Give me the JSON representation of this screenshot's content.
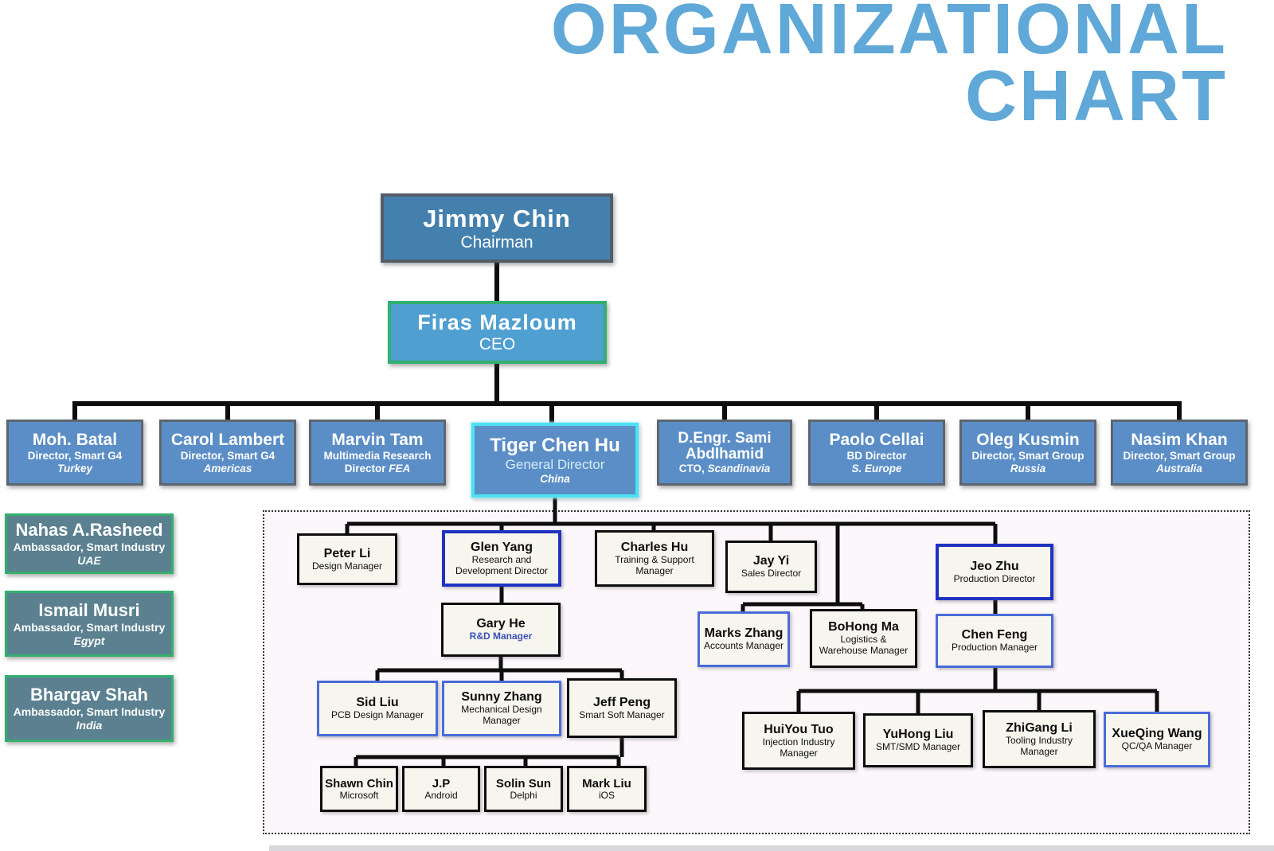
{
  "title": {
    "line1": "ORGANIZATIONAL",
    "line2": "CHART"
  },
  "colors": {
    "title_blue": "#5fa8d8",
    "executive_fill": "#5b8ec6",
    "chairman_fill": "#4480ae",
    "ceo_fill": "#4f9fd1",
    "ambassador_fill": "#5b8191",
    "green_border": "#33b06d",
    "cyan_highlight_border": "#4de0f2",
    "gray_border": "#5d656e",
    "manager_fill": "#f7f6ee",
    "dark_blue_border": "#2033c0",
    "mid_blue_border": "#4a6cd8",
    "connector": "#0d0d0d",
    "dotted_region_fill": "#fcf7fb"
  },
  "chairman": {
    "name": "Jimmy Chin",
    "title": "Chairman"
  },
  "ceo": {
    "name": "Firas Mazloum",
    "title": "CEO"
  },
  "executives": [
    {
      "name": "Moh. Batal",
      "title": "Director, Smart G4",
      "region": "Turkey"
    },
    {
      "name": "Carol Lambert",
      "title": "Director, Smart G4",
      "region": "Americas"
    },
    {
      "name": "Marvin Tam",
      "title": "Multimedia Research Director",
      "region": "FEA"
    },
    {
      "name": "Tiger Chen Hu",
      "title": "General Director",
      "region": "China"
    },
    {
      "name": "D.Engr. Sami Abdlhamid",
      "title": "CTO,",
      "region": "Scandinavia"
    },
    {
      "name": "Paolo Cellai",
      "title": "BD Director",
      "region": "S. Europe"
    },
    {
      "name": "Oleg Kusmin",
      "title": "Director, Smart Group",
      "region": "Russia"
    },
    {
      "name": "Nasim Khan",
      "title": "Director, Smart Group",
      "region": "Australia"
    }
  ],
  "ambassadors": [
    {
      "name": "Nahas A.Rasheed",
      "title": "Ambassador, Smart Industry",
      "region": "UAE"
    },
    {
      "name": "Ismail Musri",
      "title": "Ambassador, Smart Industry",
      "region": "Egypt"
    },
    {
      "name": "Bhargav Shah",
      "title": "Ambassador, Smart Industry",
      "region": "India"
    }
  ],
  "china": {
    "peter_li": {
      "name": "Peter Li",
      "title": "Design Manager"
    },
    "glen_yang": {
      "name": "Glen Yang",
      "title": "Research and Development Director"
    },
    "charles_hu": {
      "name": "Charles Hu",
      "title": "Training & Support Manager"
    },
    "jay_yi": {
      "name": "Jay Yi",
      "title": "Sales Director"
    },
    "jeo_zhu": {
      "name": "Jeo Zhu",
      "title": "Production Director"
    },
    "gary_he": {
      "name": "Gary He",
      "title": "R&D Manager"
    },
    "marks_zhang": {
      "name": "Marks Zhang",
      "title": "Accounts Manager"
    },
    "bohong_ma": {
      "name": "BoHong Ma",
      "title": "Logistics & Warehouse Manager"
    },
    "chen_feng": {
      "name": "Chen Feng",
      "title": "Production Manager"
    },
    "sid_liu": {
      "name": "Sid Liu",
      "title": "PCB Design Manager"
    },
    "sunny_zhang": {
      "name": "Sunny Zhang",
      "title": "Mechanical Design Manager"
    },
    "jeff_peng": {
      "name": "Jeff Peng",
      "title": "Smart Soft Manager"
    },
    "shawn_chin": {
      "name": "Shawn Chin",
      "title": "Microsoft"
    },
    "jp": {
      "name": "J.P",
      "title": "Android"
    },
    "solin_sun": {
      "name": "Solin Sun",
      "title": "Delphi"
    },
    "mark_liu": {
      "name": "Mark Liu",
      "title": "iOS"
    },
    "huiyou_tuo": {
      "name": "HuiYou Tuo",
      "title": "Injection Industry Manager"
    },
    "yuhong_liu": {
      "name": "YuHong Liu",
      "title": "SMT/SMD Manager"
    },
    "zhigang_li": {
      "name": "ZhiGang Li",
      "title": "Tooling Industry Manager"
    },
    "xueqing_wang": {
      "name": "XueQing Wang",
      "title": "QC/QA Manager"
    }
  }
}
